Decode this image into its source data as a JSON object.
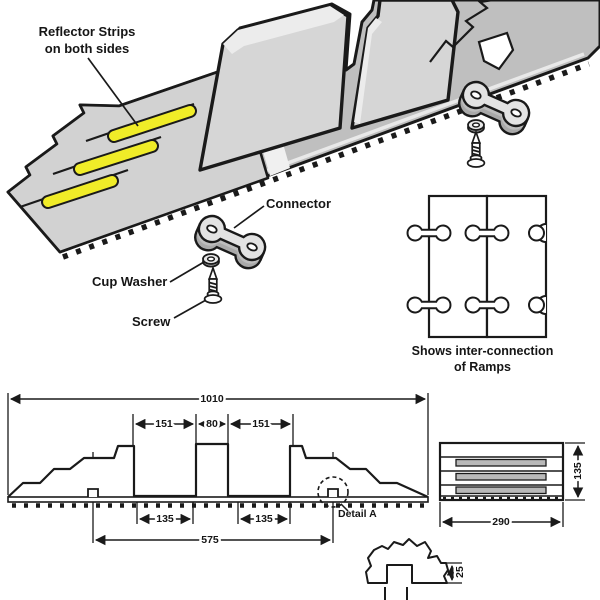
{
  "labels": {
    "reflector_line1": "Reflector Strips",
    "reflector_line2": "on both sides",
    "connector": "Connector",
    "cup_washer": "Cup Washer",
    "screw": "Screw",
    "detail_a": "Detail A"
  },
  "interconnection": {
    "caption_line1": "Shows inter-connection",
    "caption_line2": "of Ramps"
  },
  "dimensions": {
    "overall_width": "1010",
    "top_left_channel": "151",
    "top_center_rib": "80",
    "top_right_channel": "151",
    "bottom_left_channel": "135",
    "bottom_right_channel": "135",
    "channel_span": "575",
    "end_view_width": "290",
    "end_view_height": "135",
    "detail_a_depth": "25"
  },
  "colors": {
    "line": "#1a1a1a",
    "body_gray": "#bfbfbf",
    "stair_gray": "#d2d2d2",
    "face_light": "#ececec",
    "reflector_yellow": "#f0ec28",
    "background": "#ffffff"
  }
}
